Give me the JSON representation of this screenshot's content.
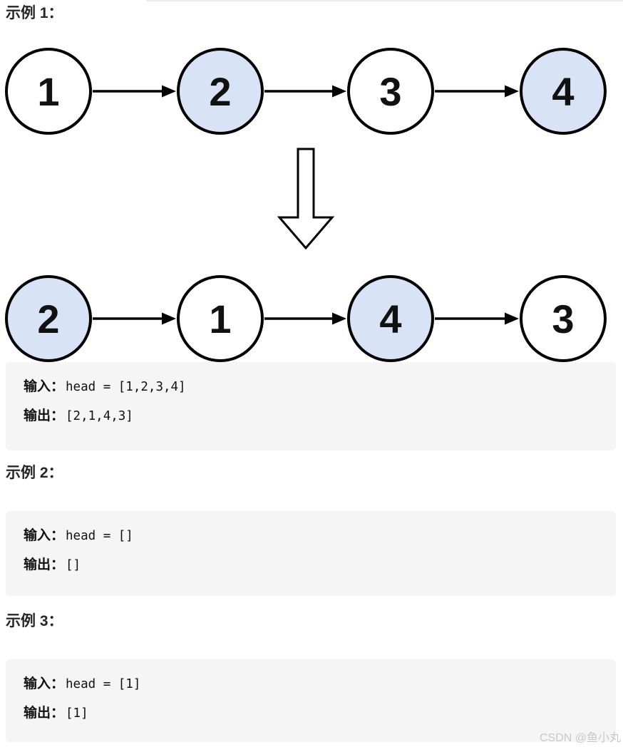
{
  "page": {
    "background_color": "#ffffff"
  },
  "top_strip_color": "#ededed",
  "code_block_color": "#f5f5f5",
  "examples": [
    {
      "title": "示例 1：",
      "input_label": "输入：",
      "input_code": "head = [1,2,3,4]",
      "output_label": "输出：",
      "output_code": "[2,1,4,3]"
    },
    {
      "title": "示例 2：",
      "input_label": "输入：",
      "input_code": "head = []",
      "output_label": "输出：",
      "output_code": "[]"
    },
    {
      "title": "示例 3：",
      "input_label": "输入：",
      "input_code": "head = [1]",
      "output_label": "输出：",
      "output_code": "[1]"
    }
  ],
  "diagram": {
    "stroke_color": "#000000",
    "node_text_color": "#111111",
    "highlight_fill": "#d8e3f5",
    "default_fill": "#ffffff",
    "node_centers": [
      68,
      309,
      548,
      790
    ],
    "rows": [
      {
        "name": "list-before-swap",
        "nodes": [
          {
            "value": "1",
            "highlighted": false
          },
          {
            "value": "2",
            "highlighted": true
          },
          {
            "value": "3",
            "highlighted": false
          },
          {
            "value": "4",
            "highlighted": true
          }
        ]
      },
      {
        "name": "list-after-swap",
        "nodes": [
          {
            "value": "2",
            "highlighted": true
          },
          {
            "value": "1",
            "highlighted": false
          },
          {
            "value": "4",
            "highlighted": true
          },
          {
            "value": "3",
            "highlighted": false
          }
        ]
      }
    ],
    "transform_icon": "down-arrow-icon"
  },
  "watermark": {
    "text": "CSDN @鱼小丸",
    "color": "#c8c8c8"
  }
}
